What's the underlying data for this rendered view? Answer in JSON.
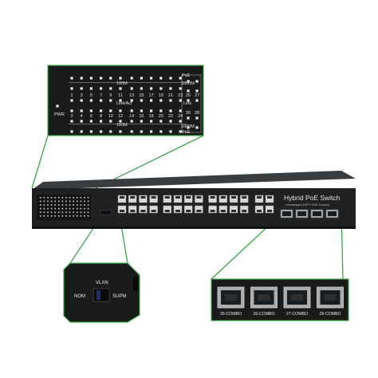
{
  "colors": {
    "background": "#ffffff",
    "callout_line": "#3aa64a",
    "chassis": "#1e2022",
    "chassis_edge": "#3a3d40",
    "panel": "#1a1a1a",
    "led_text": "#e8e8e8",
    "port": "#d8dadc",
    "sfp_cage": "#a9acae"
  },
  "led_panel": {
    "poe_top": "PoE",
    "poe_bottom": "PoE",
    "speed_left": "100M",
    "speed_left_bottom": "100M",
    "speed_right_top": "1000M",
    "speed_right_bottom": "1000M",
    "link_act_center": "Link/Act",
    "link_right": "Link",
    "pwr": "PWR",
    "port_numbers_odd": [
      "1",
      "3",
      "5",
      "7",
      "9",
      "11",
      "13",
      "15",
      "17",
      "19",
      "21",
      "23"
    ],
    "port_numbers_even": [
      "2",
      "4",
      "6",
      "8",
      "10",
      "12",
      "14",
      "16",
      "18",
      "20",
      "22",
      "24"
    ],
    "combo_top": [
      "25",
      "27"
    ],
    "combo_bottom": [
      "26",
      "28"
    ]
  },
  "device": {
    "title": "Hybrid PoE Switch",
    "subtitle": "Unmanaged (HPT+4GE Combo)"
  },
  "switch_zoom": {
    "vlan": "VLAN",
    "nom": "NOM",
    "supm": "SUPM"
  },
  "sfp_zoom": {
    "labels": [
      "25-COMBO",
      "26-COMBO",
      "27-COMBO",
      "28-COMBO"
    ]
  }
}
